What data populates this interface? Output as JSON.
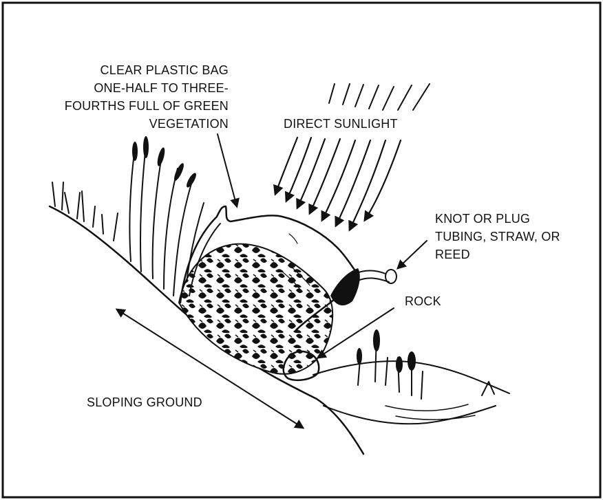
{
  "labels": {
    "bag_line1": "CLEAR PLASTIC BAG",
    "bag_line2": "ONE-HALF TO THREE-",
    "bag_line3": "FOURTHS FULL OF GREEN",
    "bag_line4": "VEGETATION",
    "sunlight": "DIRECT SUNLIGHT",
    "knot_line1": "KNOT OR PLUG",
    "knot_line2": "TUBING, STRAW, OR",
    "knot_line3": "REED",
    "rock": "ROCK",
    "ground": "SLOPING GROUND"
  },
  "colors": {
    "ink": "#111111",
    "paper": "#ffffff"
  }
}
